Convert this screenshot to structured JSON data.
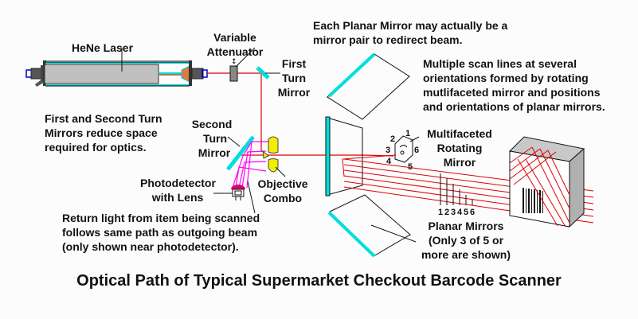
{
  "title": "Optical Path of Typical Supermarket Checkout Barcode Scanner",
  "labels": {
    "laser": "HeNe Laser",
    "attenuator": [
      "Variable",
      "Attenuator"
    ],
    "first_turn": [
      "First",
      "Turn",
      "Mirror"
    ],
    "second_turn": [
      "Second",
      "Turn",
      "Mirror"
    ],
    "photodetector": [
      "Photodetector",
      "with Lens"
    ],
    "objective": [
      "Objective",
      "Combo"
    ],
    "multifaceted": [
      "Multifaceted",
      "Rotating",
      "Mirror"
    ],
    "planar": [
      "Planar Mirrors",
      "(Only 3 of 5 or",
      "more are shown)"
    ]
  },
  "notes": {
    "planar_pair": [
      "Each Planar Mirror may actually be a",
      "mirror pair to redirect beam."
    ],
    "scan_lines": [
      "Multiple scan lines at several",
      "orientations formed by rotating",
      "mutlifaceted mirror and positions",
      "and orientations of planar mirrors."
    ],
    "turn_mirrors": [
      "First and Second Turn",
      "Mirrors reduce space",
      "required for optics."
    ],
    "return_light": [
      "Return light from item being scanned",
      "follows same path as outgoing beam",
      "(only shown near photodetector)."
    ]
  },
  "facet_numbers": [
    "1",
    "2",
    "3",
    "4",
    "5",
    "6"
  ],
  "scan_line_numbers": [
    "1",
    "2",
    "3",
    "4",
    "5",
    "6"
  ],
  "colors": {
    "beam": "#e00000",
    "mirror": "#00e0e0",
    "return": "#ff00ff",
    "lens": "#ffff00",
    "detector": "#e0006a"
  }
}
